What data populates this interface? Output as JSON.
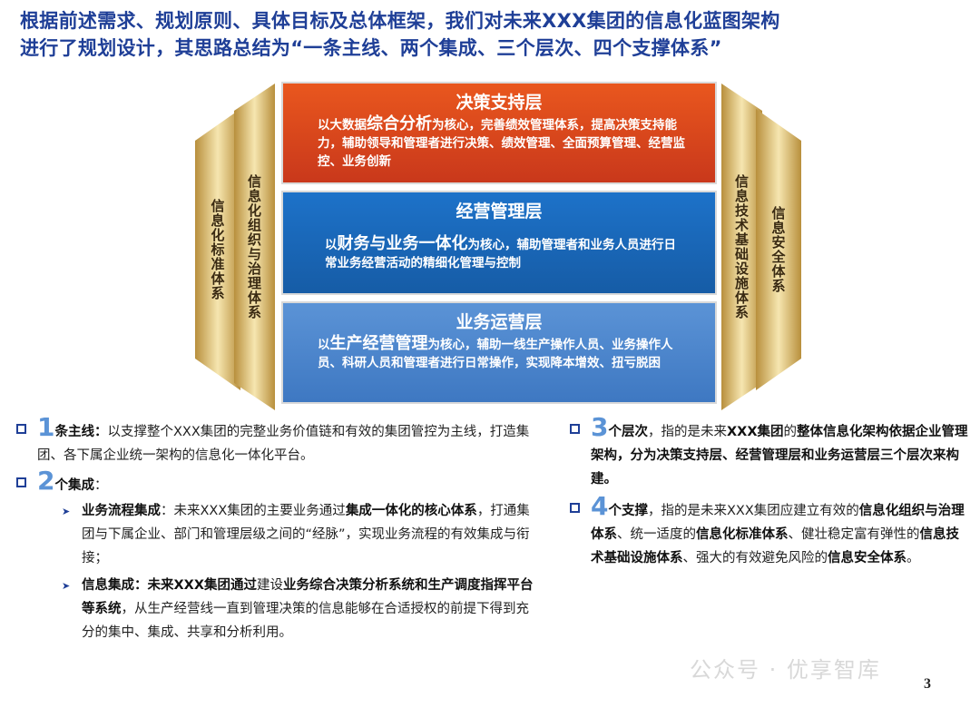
{
  "title": {
    "line1": "根据前述需求、规划原则、具体目标及总体框架，我们对未来XXX集团的信息化蓝图架构",
    "line2": "进行了规划设计，其思路总结为“一条主线、两个集成、三个层次、四个支撑体系”"
  },
  "pillars": {
    "outer_left": "信息化标准体系",
    "inner_left": "信息化组织与治理体系",
    "inner_right": "信息技术基础设施体系",
    "outer_right": "信息安全体系"
  },
  "layers": {
    "decision": {
      "title": "决策支持层",
      "pre": "以大数据",
      "big": "综合分析",
      "rest": "为核心，完善绩效管理体系，提高决策支持能力，辅助领导和管理者进行决策、绩效管理、全面预算管理、经营监控、业务创新"
    },
    "management": {
      "title": "经营管理层",
      "pre": "以",
      "big": "财务与业务一体化",
      "rest": "为核心，辅助管理者和业务人员进行日常业务经营活动的精细化管理与控制"
    },
    "operation": {
      "title": "业务运营层",
      "pre": "以",
      "big": "生产经营管理",
      "rest": "为核心，辅助一线生产操作人员、业务操作人员、科研人员和管理者进行日常操作，实现降本增效、扭亏脱困"
    }
  },
  "left": {
    "p1_num": "1",
    "p1_head": "条主线：",
    "p1_text": "以支撑整个XXX集团的完整业务价值链和有效的集团管控为主线，打造集团、各下属企业统一架构的信息化一体化平台。",
    "p2_num": "2",
    "p2_head": "个集成",
    "p2_colon": "：",
    "sub1_head": "业务流程集成",
    "sub1_t1": "：未来XXX集团的主要业务通过",
    "sub1_b1": "集成一体化的核心体系",
    "sub1_t2": "，打通集团与下属企业、部门和管理层级之间的“经脉”，实现业务流程的有效集成与衔接；",
    "sub2_head": "信息集成：未来XXX集团通过",
    "sub2_t1": "建设",
    "sub2_b1": "业务综合决策分析系统和生产调度指挥平台等系统",
    "sub2_t2": "，从生产经营线一直到管理决策的信息能够在合适授权的前提下得到充分的集中、集成、共享和分析利用。"
  },
  "right": {
    "p3_num": "3",
    "p3_head": "个层次",
    "p3_t1": "，指的是未来",
    "p3_b1": "XXX集团",
    "p3_t2": "的",
    "p3_b2": "整体信息化架构依据企业管理架构，分为决策支持层、经营管理层和业务运营层三个层次来构建。",
    "p4_num": "4",
    "p4_head": "个支撑",
    "p4_t1": "，指的是未来XXX集团应建立有效的",
    "p4_b1": "信息化组织与治理体系",
    "p4_t2": "、统一适度的",
    "p4_b2": "信息化标准体系",
    "p4_t3": "、健壮稳定富有弹性的",
    "p4_b3": "信息技术基础设施体系",
    "p4_t4": "、强大的有效避免风险的",
    "p4_b4": "信息安全体系",
    "p4_t5": "。"
  },
  "watermark": "公众号 · 优享智库",
  "page_number": "3",
  "colors": {
    "title": "#1f3f97",
    "decision": "#d9461d",
    "management": "#1a67b8",
    "operation": "#4c86cc",
    "gold": "#c9a24a"
  }
}
